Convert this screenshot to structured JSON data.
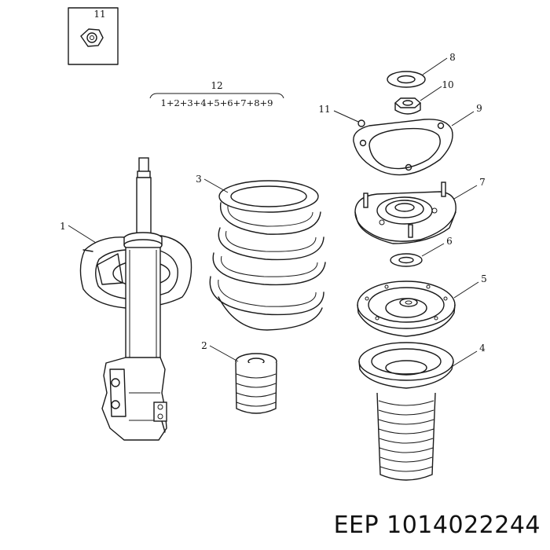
{
  "callouts": {
    "c1": "1",
    "c2": "2",
    "c3": "3",
    "c4": "4",
    "c5": "5",
    "c6": "6",
    "c7": "7",
    "c8": "8",
    "c9": "9",
    "c10": "10",
    "c11": "11",
    "c11_inset": "11",
    "c12": "12"
  },
  "assembly_formula": "1+2+3+4+5+6+7+8+9",
  "caption": "EEP 1014022244"
}
